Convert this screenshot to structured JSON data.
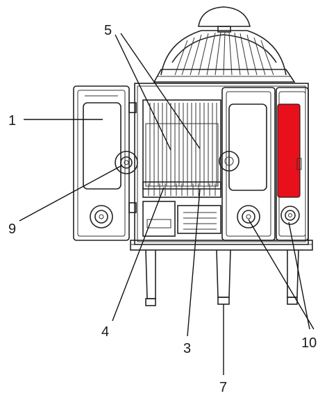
{
  "diagram": {
    "accent_color": "#e8101a",
    "line_color": "#222222",
    "background": "#ffffff",
    "callouts": [
      {
        "id": "c1",
        "label": "1"
      },
      {
        "id": "c3",
        "label": "3"
      },
      {
        "id": "c4",
        "label": "4"
      },
      {
        "id": "c5",
        "label": "5"
      },
      {
        "id": "c7",
        "label": "7"
      },
      {
        "id": "c9",
        "label": "9"
      },
      {
        "id": "c10",
        "label": "10"
      }
    ]
  }
}
